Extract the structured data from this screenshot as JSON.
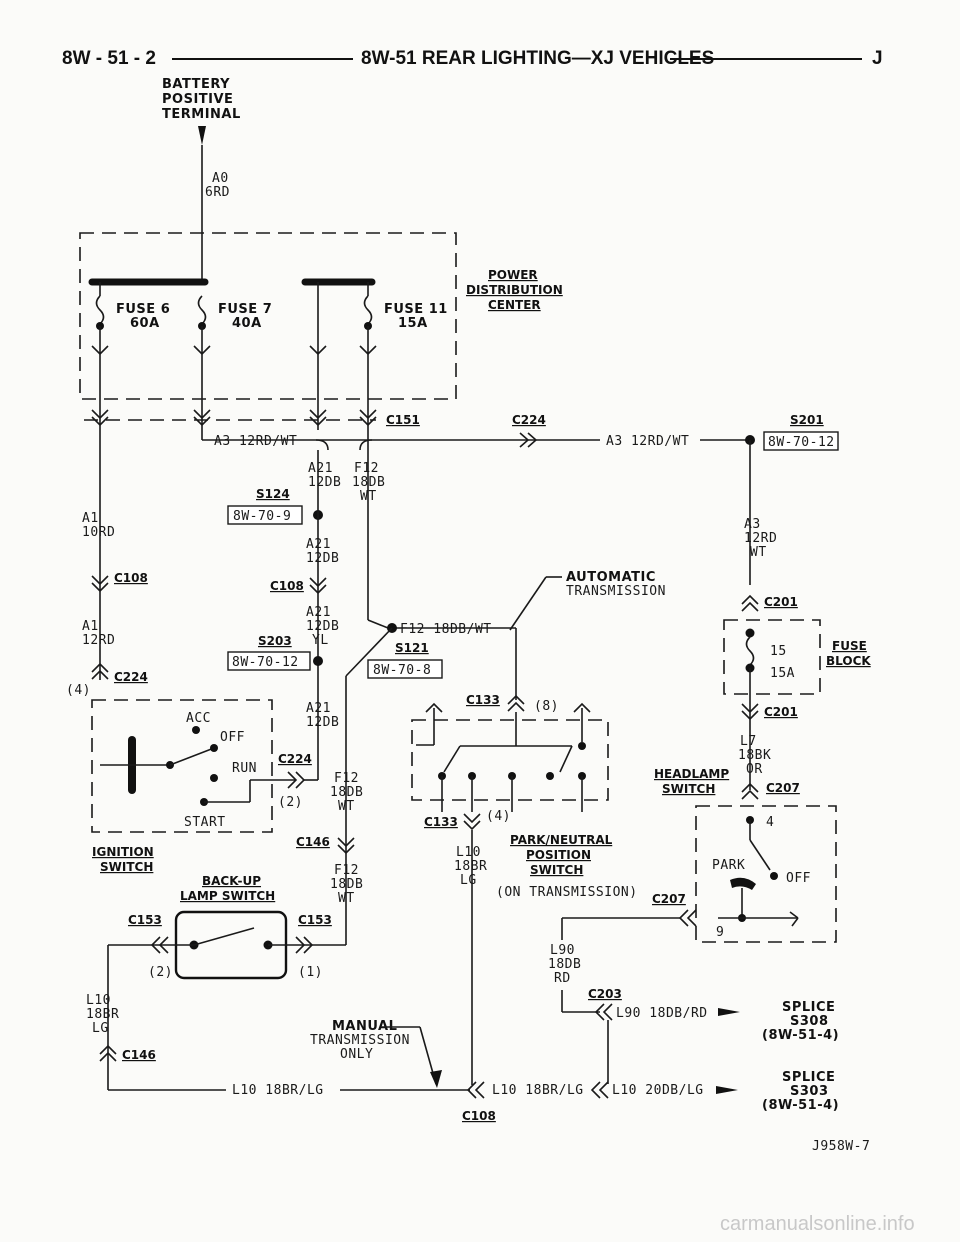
{
  "header": {
    "left": "8W - 51 - 2",
    "title": "8W-51 REAR LIGHTING—XJ VEHICLES",
    "right": "J"
  },
  "battery": [
    "BATTERY",
    "POSITIVE",
    "TERMINAL"
  ],
  "wire_a0": [
    "A0",
    "6RD"
  ],
  "pdc": {
    "title": [
      "POWER",
      "DISTRIBUTION",
      "CENTER"
    ],
    "fuse6": [
      "FUSE 6",
      "60A"
    ],
    "fuse7": [
      "FUSE 7",
      "40A"
    ],
    "fuse11": [
      "FUSE 11",
      "15A"
    ]
  },
  "connectors": {
    "c151": "C151",
    "c224a": "C224",
    "s201": "S201",
    "s124": "S124",
    "c108a": "C108",
    "c108b": "C108",
    "s203": "S203",
    "s121": "S121",
    "c224b": "C224",
    "c224c": "C224",
    "c133a": "C133",
    "c133b": "C133",
    "c201a": "C201",
    "c201b": "C201",
    "c207a": "C207",
    "c207b": "C207",
    "c146a": "C146",
    "c146b": "C146",
    "c153a": "C153",
    "c153b": "C153",
    "c203": "C203",
    "c108c": "C108"
  },
  "refs": {
    "r1": "8W-70-12",
    "r2": "8W-70-9",
    "r3": "8W-70-12",
    "r4": "8W-70-8"
  },
  "wires": {
    "a3_left": "A3 12RD/WT",
    "a3_right": "A3 12RD/WT",
    "a21_a": [
      "A21",
      "12DB"
    ],
    "f12_a": [
      "F12",
      "18DB",
      "WT"
    ],
    "a1_a": [
      "A1",
      "10RD"
    ],
    "a3_b": [
      "A3",
      "12RD",
      "WT"
    ],
    "a21_b": [
      "A21",
      "12DB"
    ],
    "a21_c": [
      "A21",
      "12DB",
      "YL"
    ],
    "f12_b": "F12 18DB/WT",
    "a1_b": [
      "A1",
      "12RD"
    ],
    "a21_d": [
      "A21",
      "12DB"
    ],
    "f12_c": [
      "F12",
      "18DB",
      "WT"
    ],
    "f12_d": [
      "F12",
      "18DB",
      "WT"
    ],
    "l7": [
      "L7",
      "18BK",
      "OR"
    ],
    "l10_a": [
      "L10",
      "18BR",
      "LG"
    ],
    "l10_b": [
      "L10",
      "18BR",
      "LG"
    ],
    "l90": [
      "L90",
      "18DB",
      "RD"
    ],
    "l90_b": "L90 18DB/RD",
    "l10_c": "L10 18BR/LG",
    "l10_d": "L10 18BR/LG",
    "l10_e": "L10 20DB/LG"
  },
  "auto_trans": [
    "AUTOMATIC",
    "TRANSMISSION"
  ],
  "fuse_block": {
    "title": [
      "FUSE",
      "BLOCK"
    ],
    "fuse": [
      "15",
      "15A"
    ]
  },
  "ignition": {
    "title": [
      "IGNITION",
      "SWITCH"
    ],
    "acc": "ACC",
    "off": "OFF",
    "run": "RUN",
    "start": "START",
    "pin4": "(4)",
    "pin2": "(2)"
  },
  "headlamp": {
    "title": [
      "HEADLAMP",
      "SWITCH"
    ],
    "park": "PARK",
    "off": "OFF",
    "pin4": "4",
    "pin9": "9"
  },
  "backup": {
    "title": [
      "BACK-UP",
      "LAMP SWITCH"
    ],
    "pin2": "(2)",
    "pin1": "(1)"
  },
  "pns": {
    "title": [
      "PARK/NEUTRAL",
      "POSITION",
      "SWITCH"
    ],
    "note": "(ON TRANSMISSION)",
    "pin8": "(8)",
    "pin4": "(4)"
  },
  "manual_trans": [
    "MANUAL",
    "TRANSMISSION",
    "ONLY"
  ],
  "splices": {
    "s308": [
      "SPLICE",
      "S308",
      "(8W-51-4)"
    ],
    "s303": [
      "SPLICE",
      "S303",
      "(8W-51-4)"
    ]
  },
  "figure_id": "J958W-7",
  "watermark": "carmanualsonline.info"
}
